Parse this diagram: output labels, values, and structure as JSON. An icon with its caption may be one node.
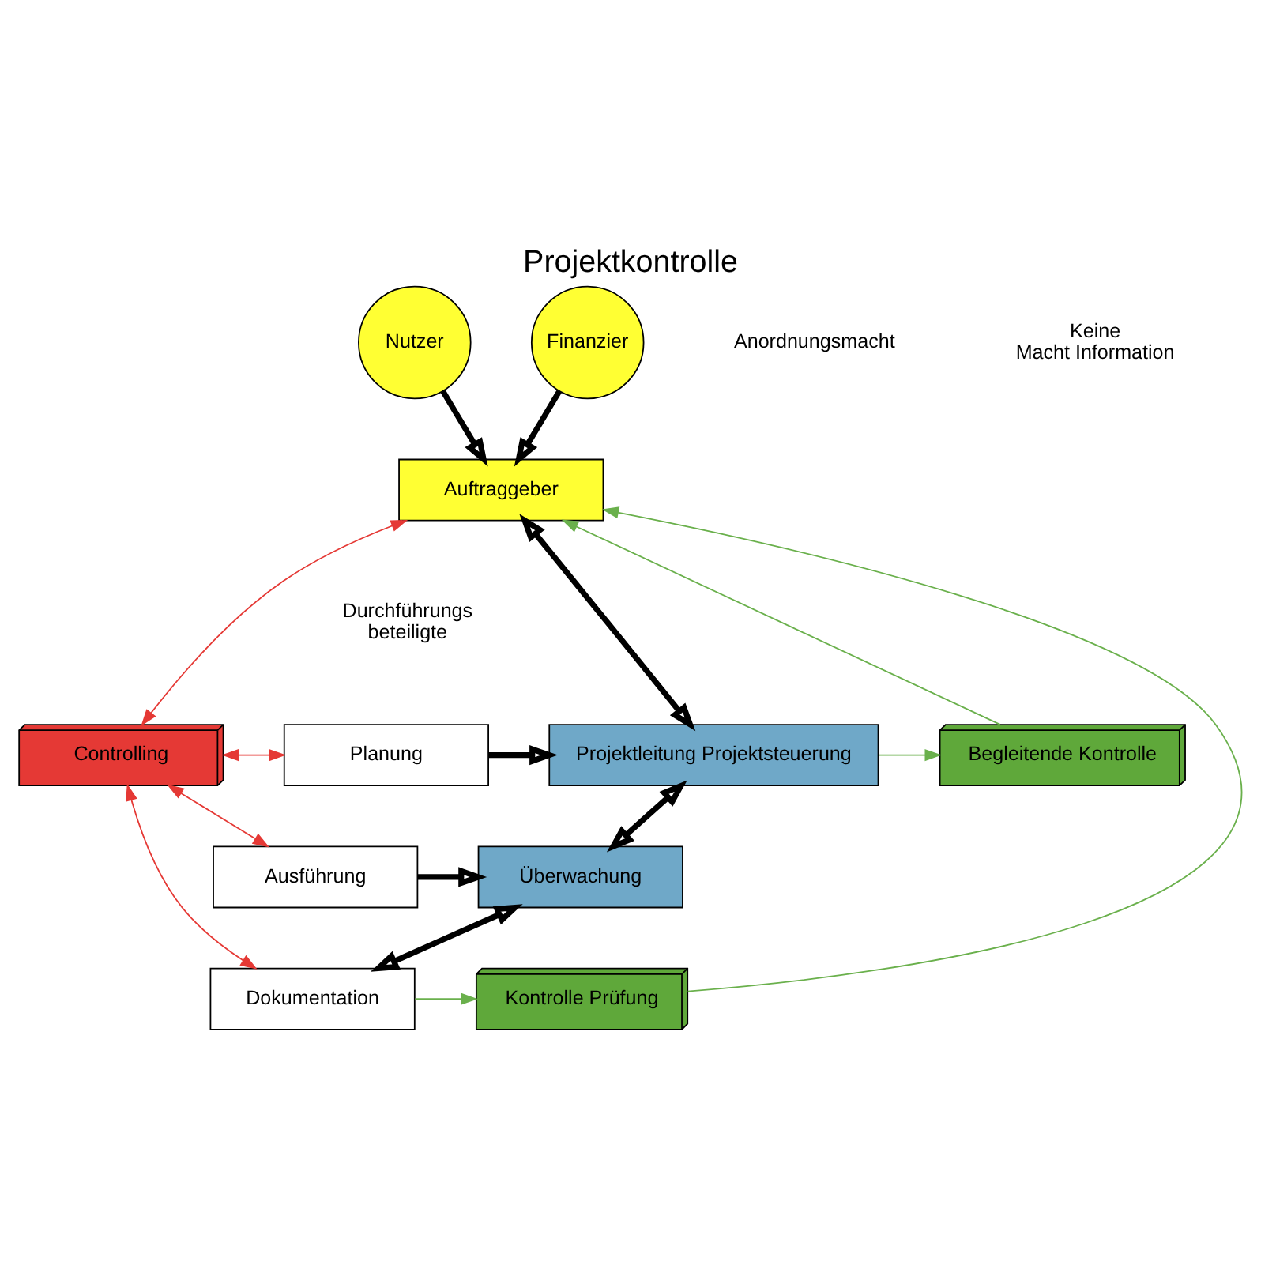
{
  "diagram": {
    "title": "Projektkontrolle",
    "nodes": [
      {
        "text": [
          "Nutzer"
        ]
      },
      {
        "text": [
          "Finanzier"
        ]
      },
      {
        "text": [
          "Auftraggeber"
        ]
      },
      {
        "text": [
          "Planung"
        ]
      },
      {
        "text": [
          "Projektleitung Projektsteuerung"
        ]
      },
      {
        "text": [
          "Begleitende Kontrolle"
        ]
      },
      {
        "text": [
          "Controlling"
        ]
      },
      {
        "text": [
          "Ausführung"
        ]
      },
      {
        "text": [
          "Überwachung"
        ]
      },
      {
        "text": [
          "Dokumentation"
        ]
      },
      {
        "text": [
          "Kontrolle Prüfung"
        ]
      }
    ],
    "edges": [
      {
        "from": 0,
        "to": 2,
        "arrow": "to",
        "style": "thick"
      },
      {
        "from": 1,
        "to": 2,
        "arrow": "to",
        "style": "thick"
      },
      {
        "from": 2,
        "to": 4,
        "arrow": "both",
        "style": "thick"
      },
      {
        "from": 3,
        "to": 4,
        "arrow": "to",
        "style": "thick"
      },
      {
        "from": 4,
        "to": 5,
        "arrow": "to",
        "color": "#6ab04c"
      },
      {
        "from": 5,
        "to": 2,
        "arrow": "to",
        "color": "#6ab04c"
      },
      {
        "from": 4,
        "to": 8,
        "arrow": "both",
        "style": "thick"
      },
      {
        "from": 7,
        "to": 8,
        "arrow": "to",
        "style": "thick"
      },
      {
        "from": 8,
        "to": 9,
        "arrow": "both",
        "style": "thick"
      },
      {
        "from": 9,
        "to": 10,
        "arrow": "to",
        "color": "#6ab04c"
      },
      {
        "from": 10,
        "to": 2,
        "arrow": "to",
        "color": "#6ab04c"
      },
      {
        "from": 6,
        "to": 2,
        "arrow": "both",
        "color": "#e53935"
      },
      {
        "from": 6,
        "to": 3,
        "arrow": "both",
        "color": "#e53935"
      },
      {
        "from": 6,
        "to": 7,
        "arrow": "both",
        "color": "#e53935"
      },
      {
        "from": 6,
        "to": 9,
        "arrow": "both",
        "color": "#e53935"
      }
    ],
    "labels": [
      "Anordnungsmacht",
      "Keine Macht Information",
      "Durchführungs beteiligte"
    ]
  }
}
